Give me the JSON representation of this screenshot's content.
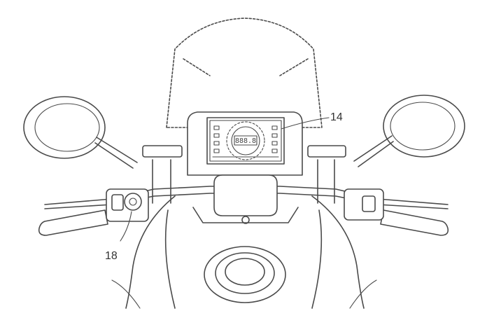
{
  "figure": {
    "labels": [
      {
        "id": "display-ref",
        "text": "14"
      },
      {
        "id": "switch-ref",
        "text": "18"
      }
    ],
    "display_digits": "888.8",
    "colors": {
      "ink": "#4a4a4a",
      "background": "#ffffff"
    }
  }
}
